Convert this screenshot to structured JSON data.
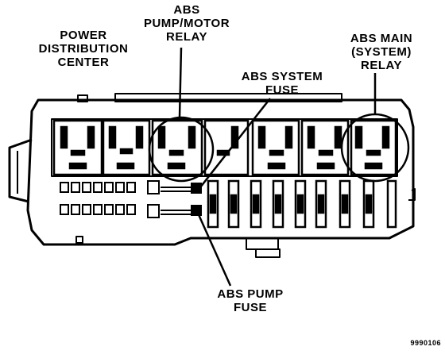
{
  "labels": {
    "power_distribution_center": "POWER\nDISTRIBUTION\nCENTER",
    "abs_pump_motor_relay": "ABS\nPUMP/MOTOR\nRELAY",
    "abs_main_system_relay": "ABS MAIN\n(SYSTEM)\nRELAY",
    "abs_system_fuse": "ABS SYSTEM\nFUSE",
    "abs_pump_fuse": "ABS PUMP\nFUSE",
    "figure_id": "9990106"
  },
  "colors": {
    "ink": "#000000",
    "paper": "#ffffff"
  },
  "icons": {
    "relay": "relay-icon",
    "fuse": "blade-fuse-icon",
    "highlight": "highlight-circle"
  }
}
